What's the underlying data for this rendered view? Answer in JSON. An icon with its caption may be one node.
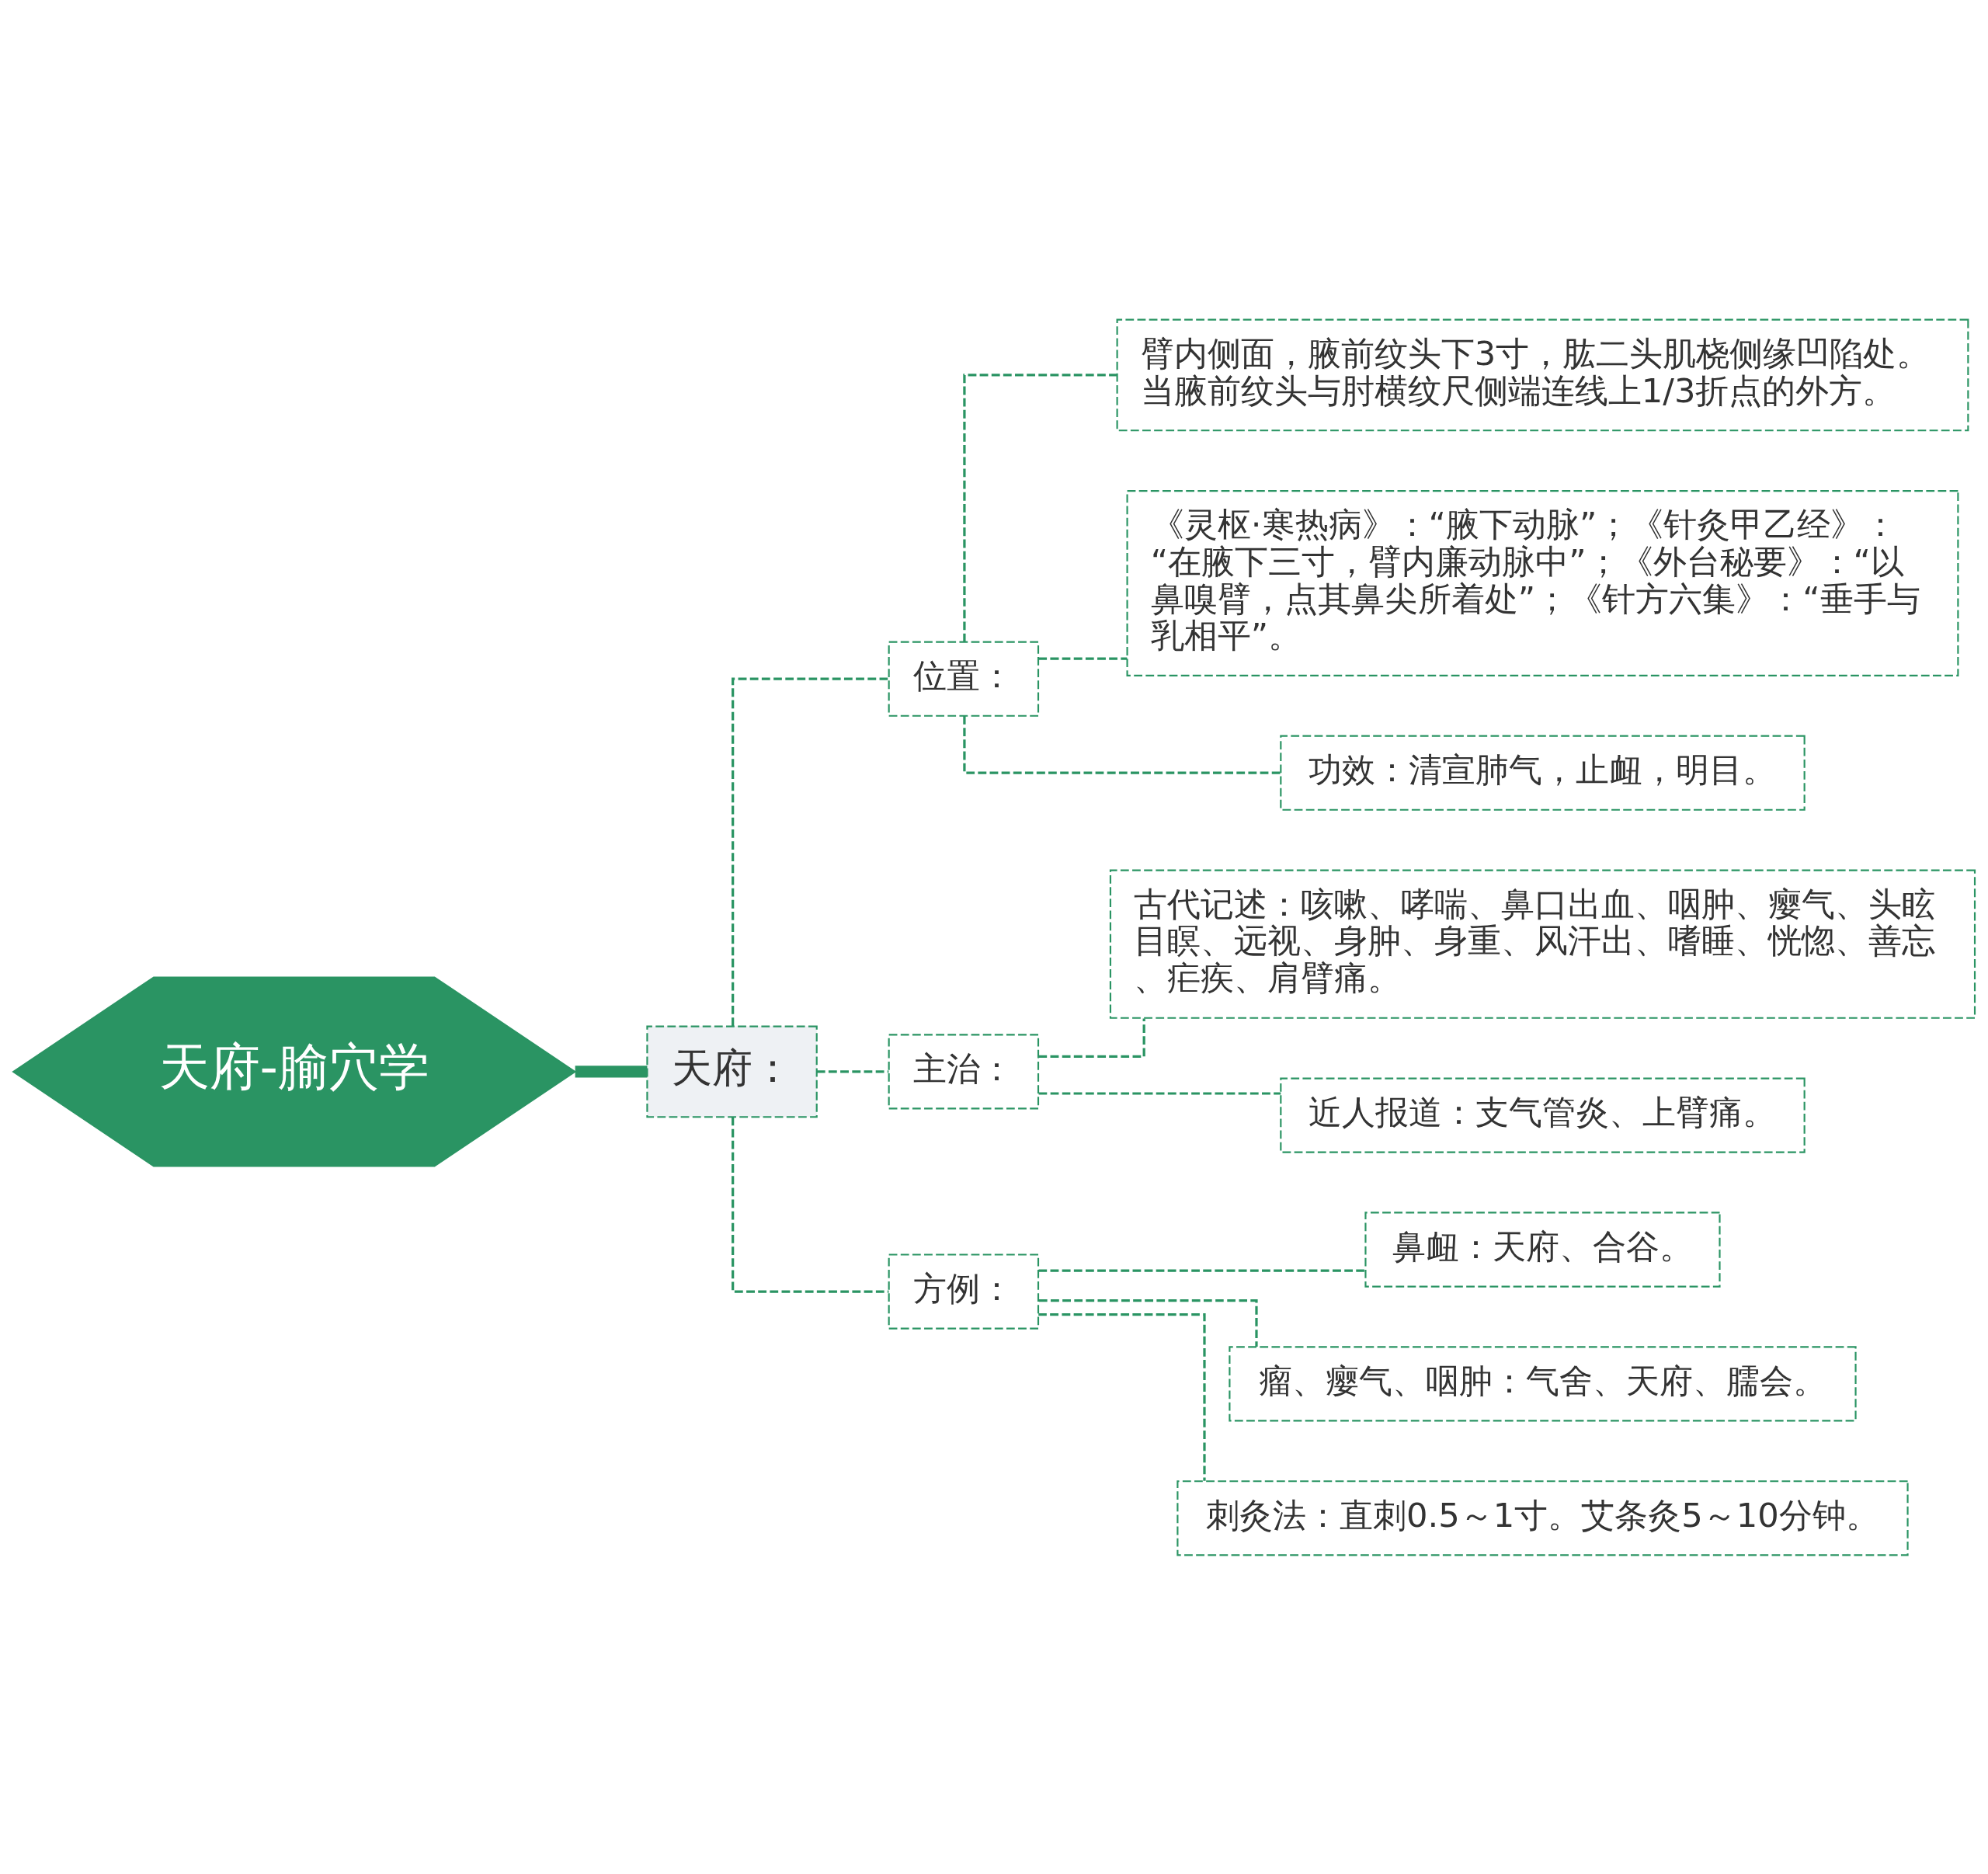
{
  "diagram": {
    "nodes": [
      {
        "text": [
          "天府-腧穴学"
        ]
      },
      {
        "text": [
          "天府："
        ]
      },
      {
        "text": [
          "位置："
        ]
      },
      {
        "text": [
          "臂内侧面，腋前纹头下3寸，肱二头肌桡侧缘凹陷处。当腋前纹头与肘横纹尺侧端连线上1/3折点的外方。"
        ]
      },
      {
        "text": [
          "《灵枢·寒热病》：“腋下动脉”；《针灸甲乙经》：“在腋下三寸，臂内廉动脉中”；《外台秘要》：“以鼻嗅臂，点其鼻尖所着处”；《针方六集》：“垂手与乳相平”。"
        ]
      },
      {
        "text": [
          "功效：清宣肺气，止衄，明目。"
        ]
      },
      {
        "text": [
          "主治："
        ]
      },
      {
        "text": [
          "古代记述：咳嗽、哮喘、鼻口出血、咽肿、瘿气、头眩目瞑、远视、身肿、身重、风汗出、嗜睡、恍惚、善忘、疟疾、肩臂痛。"
        ]
      },
      {
        "text": [
          "近人报道：支气管炎、上臂痛。"
        ]
      },
      {
        "text": [
          "方例："
        ]
      },
      {
        "text": [
          "鼻衄：天府、合谷。"
        ]
      },
      {
        "text": [
          "瘤、瘿气、咽肿：气舍、天府、臑会。"
        ]
      },
      {
        "text": [
          "刺灸法：直刺0.5～1寸。艾条灸5～10分钟。"
        ]
      }
    ],
    "edges": [
      {
        "from": 0,
        "to": 1,
        "arrow": "none",
        "style": "thick"
      },
      {
        "from": 1,
        "to": 2,
        "arrow": "none",
        "style": "dashed"
      },
      {
        "from": 1,
        "to": 6,
        "arrow": "none",
        "style": "dashed"
      },
      {
        "from": 1,
        "to": 9,
        "arrow": "none",
        "style": "dashed"
      },
      {
        "from": 2,
        "to": 3,
        "arrow": "none",
        "style": "dashed"
      },
      {
        "from": 2,
        "to": 4,
        "arrow": "none",
        "style": "dashed"
      },
      {
        "from": 2,
        "to": 5,
        "arrow": "none",
        "style": "dashed"
      },
      {
        "from": 6,
        "to": 7,
        "arrow": "none",
        "style": "dashed"
      },
      {
        "from": 6,
        "to": 8,
        "arrow": "none",
        "style": "dashed"
      },
      {
        "from": 9,
        "to": 10,
        "arrow": "none",
        "style": "dashed"
      },
      {
        "from": 9,
        "to": 11,
        "arrow": "none",
        "style": "dashed"
      },
      {
        "from": 9,
        "to": 12,
        "arrow": "none",
        "style": "dashed"
      }
    ]
  }
}
